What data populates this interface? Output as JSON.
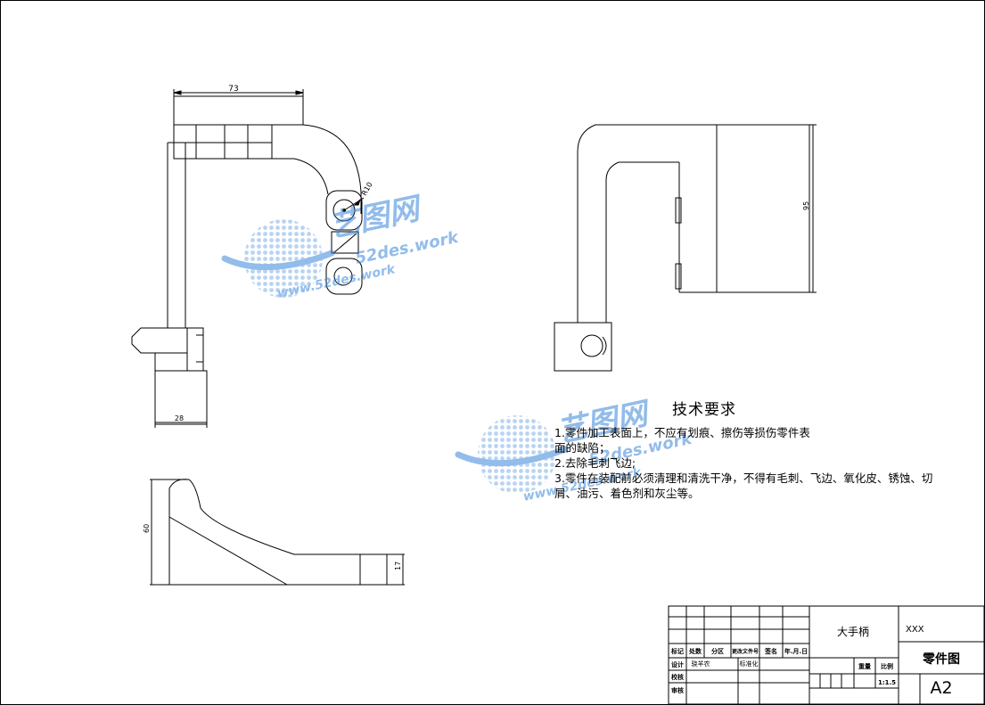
{
  "drawing": {
    "dimensions": {
      "top_width": "73",
      "radius": "R10",
      "bottom_width": "28",
      "right_height": "95",
      "side_height": "60",
      "side_small": "17"
    }
  },
  "tech_requirements": {
    "title": "技术要求",
    "items": [
      "1.零件加工表面上，不应有划痕、擦伤等损伤零件表",
      "面的缺陷；",
      "2.去除毛刺飞边;",
      "3.零件在装配前必须清理和清洗干净，不得有毛刺、飞边、氧化皮、锈蚀、切",
      "屑、油污、着色剂和灰尘等。"
    ]
  },
  "title_block": {
    "part_name": "大手柄",
    "code": "XXX",
    "drawing_type": "零件图",
    "sheet_size": "A2",
    "scale_label": "比例",
    "scale": "1:1.5",
    "weight_label": "重量",
    "headers": [
      "标记",
      "处数",
      "分区",
      "更改文件号",
      "签名",
      "年.月.日"
    ],
    "rows": [
      {
        "label": "设计",
        "signature": "骁羊农",
        "std": "标准化"
      },
      {
        "label": "校核"
      },
      {
        "label": "审核"
      }
    ]
  },
  "watermark": {
    "brand": "艺图网",
    "url1": "52des.work",
    "url2": "www.52des.work"
  }
}
